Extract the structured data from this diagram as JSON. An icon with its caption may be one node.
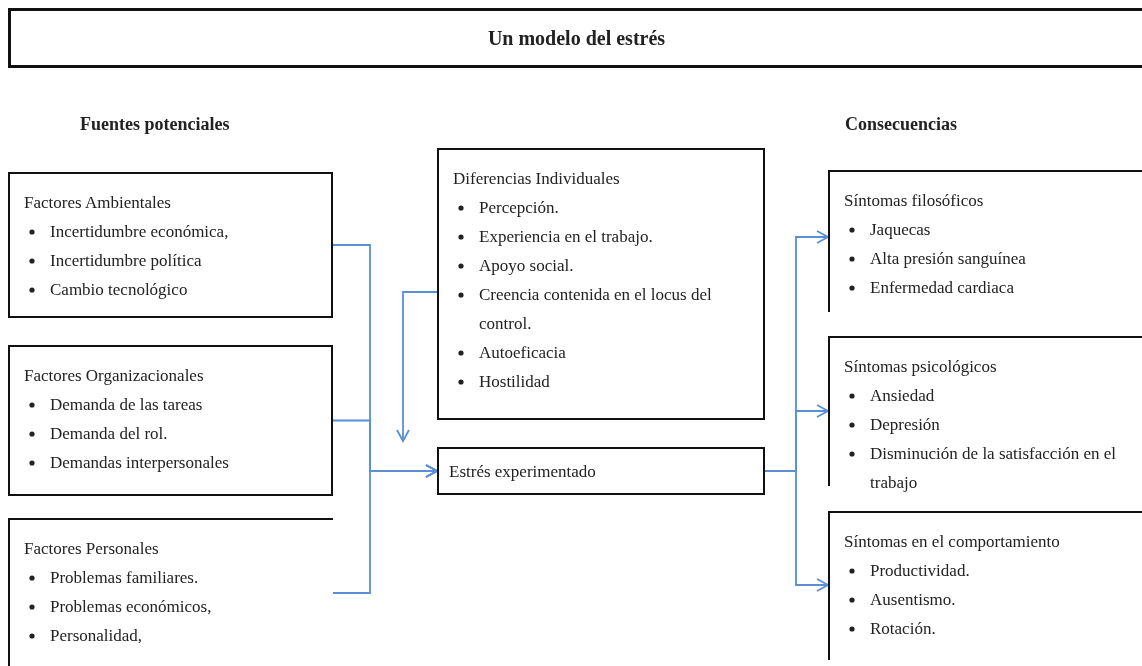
{
  "diagram": {
    "title": "Un modelo del estrés",
    "nodes": [
      {
        "text": [
          "Factores Ambientales",
          "Incertidumbre económica,",
          "Incertidumbre política",
          "Cambio tecnológico"
        ]
      },
      {
        "text": [
          "Factores Organizacionales",
          "Demanda de las tareas",
          "Demanda del rol.",
          "Demandas interpersonales"
        ]
      },
      {
        "text": [
          "Factores Personales",
          "Problemas familiares.",
          "Problemas económicos,",
          "Personalidad,"
        ]
      },
      {
        "text": [
          "Diferencias Individuales",
          "Percepción.",
          "Experiencia en el trabajo.",
          "Apoyo social.",
          "Creencia contenida en el locus del control.",
          "Autoeficacia",
          "Hostilidad"
        ]
      },
      {
        "text": [
          "Estrés experimentado"
        ]
      },
      {
        "text": [
          "Síntomas filosóficos",
          "Jaquecas",
          "Alta presión sanguínea",
          "Enfermedad cardiaca"
        ]
      },
      {
        "text": [
          "Síntomas psicológicos",
          "Ansiedad",
          "Depresión",
          "Disminución de la satisfacción en el trabajo"
        ]
      },
      {
        "text": [
          "Síntomas en el comportamiento",
          "Productividad.",
          "Ausentismo.",
          "Rotación."
        ]
      }
    ],
    "edges": [
      {
        "from": 0,
        "to": 4,
        "arrow": "to"
      },
      {
        "from": 1,
        "to": 4,
        "arrow": "to"
      },
      {
        "from": 2,
        "to": 4,
        "arrow": "to"
      },
      {
        "from": 3,
        "to": 4,
        "arrow": "to"
      },
      {
        "from": 4,
        "to": 5,
        "arrow": "to"
      },
      {
        "from": 4,
        "to": 6,
        "arrow": "to"
      },
      {
        "from": 4,
        "to": 7,
        "arrow": "to"
      }
    ],
    "labels": [
      "Fuentes potenciales",
      "Consecuencias"
    ]
  }
}
